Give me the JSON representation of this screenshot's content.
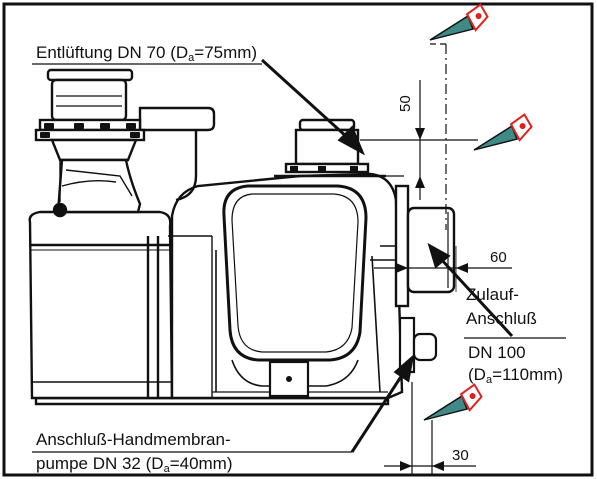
{
  "labels": {
    "vent_label": "Entlüftung DN 70 (D",
    "vent_sub": "a",
    "vent_tail": "=75mm)",
    "inlet_title_1": "Zulauf-",
    "inlet_title_2": "Anschluß",
    "inlet_dn": "DN 100",
    "inlet_d_open": "(D",
    "inlet_d_sub": "a",
    "inlet_d_tail": "=110mm)",
    "pump_line_1": "Anschluß-Handmembran-",
    "pump_line_2": "pumpe DN 32 (D",
    "pump_sub": "a",
    "pump_tail": "=40mm)"
  },
  "dimensions": {
    "vertical_gap": "50",
    "inlet_offset": "60",
    "pump_offset": "30"
  },
  "colors": {
    "saw_blade": "#3d8a86",
    "saw_handle": "#e02020",
    "line": "#111111",
    "frame": "#111111",
    "tank_fill": "#ffffff"
  }
}
